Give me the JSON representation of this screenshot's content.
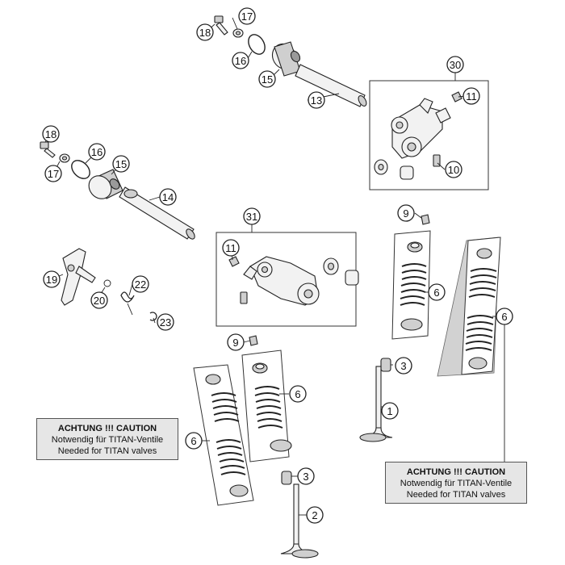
{
  "callouts": {
    "c1": "1",
    "c2": "2",
    "c3a": "3",
    "c3b": "3",
    "c6a": "6",
    "c6b": "6",
    "c6c": "6",
    "c6d": "6",
    "c9a": "9",
    "c9b": "9",
    "c10": "10",
    "c11a": "11",
    "c11b": "11",
    "c13": "13",
    "c14": "14",
    "c15a": "15",
    "c15b": "15",
    "c16a": "16",
    "c16b": "16",
    "c17a": "17",
    "c17b": "17",
    "c18a": "18",
    "c18b": "18",
    "c19": "19",
    "c20": "20",
    "c22": "22",
    "c23": "23",
    "c30": "30",
    "c31": "31"
  },
  "notes": {
    "left": {
      "heading": "ACHTUNG !!! CAUTION",
      "line1": "Notwendig für TITAN-Ventile",
      "line2": "Needed for TITAN valves"
    },
    "right": {
      "heading": "ACHTUNG !!! CAUTION",
      "line1": "Notwendig für TITAN-Ventile",
      "line2": "Needed for TITAN valves"
    }
  }
}
